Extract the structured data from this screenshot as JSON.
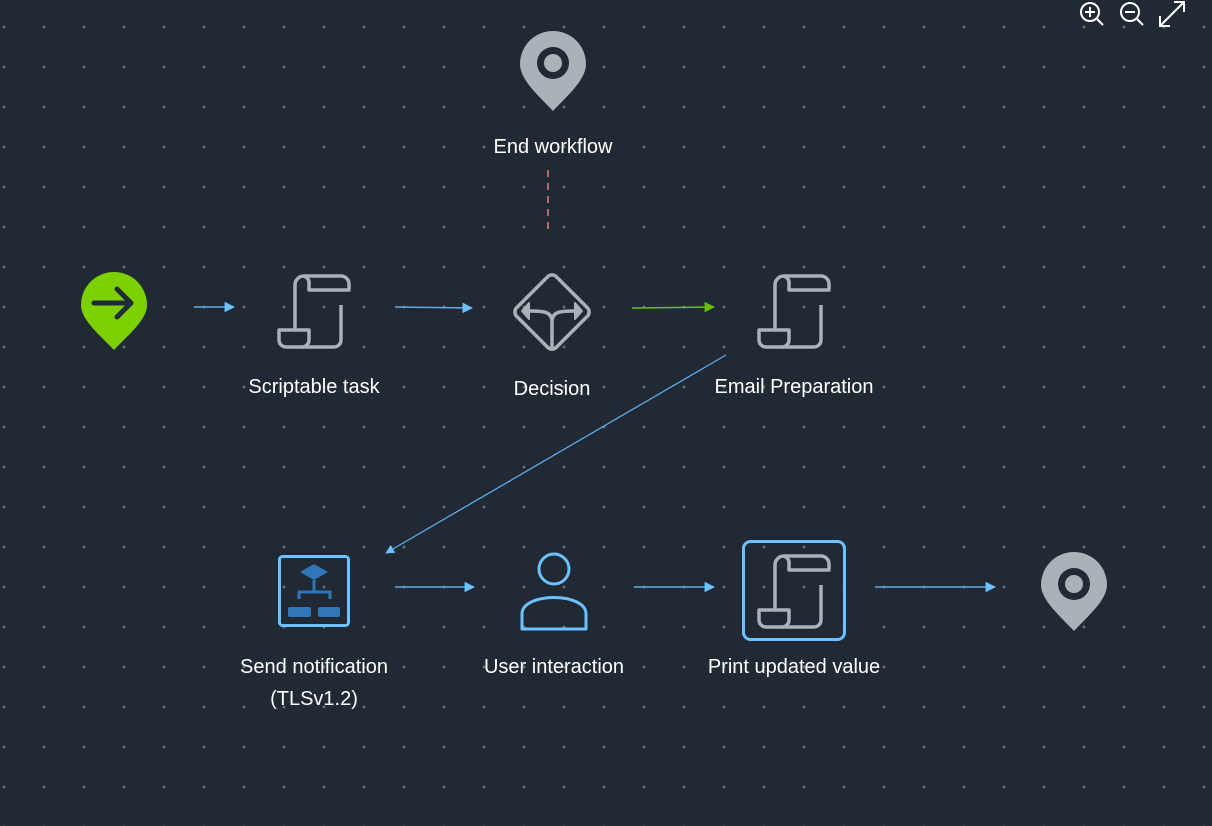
{
  "colors": {
    "background": "#212a34",
    "connector": "#5aaee8",
    "success": "#6cbf00",
    "failure": "#e0826a",
    "icon": "#a8b2b8",
    "selected": "#6cc1ff",
    "start": "#7ed100"
  },
  "toolbar": {
    "zoom_in": "zoom-in-icon",
    "zoom_out": "zoom-out-icon",
    "fit": "expand-icon"
  },
  "nodes": {
    "start": {
      "icon": "start-pin-icon"
    },
    "scriptable_task": {
      "label": "Scriptable task",
      "icon": "scroll-icon"
    },
    "decision": {
      "label": "Decision",
      "icon": "decision-icon"
    },
    "end_workflow": {
      "label": "End workflow",
      "icon": "end-pin-icon"
    },
    "email_preparation": {
      "label": "Email Preparation",
      "icon": "scroll-icon"
    },
    "send_notification": {
      "label": "Send notification",
      "label2": "(TLSv1.2)",
      "icon": "workflow-icon"
    },
    "user_interaction": {
      "label": "User interaction",
      "icon": "user-icon"
    },
    "print_updated_value": {
      "label": "Print updated value",
      "icon": "scroll-icon",
      "selected": true
    },
    "end": {
      "icon": "end-pin-icon"
    }
  }
}
